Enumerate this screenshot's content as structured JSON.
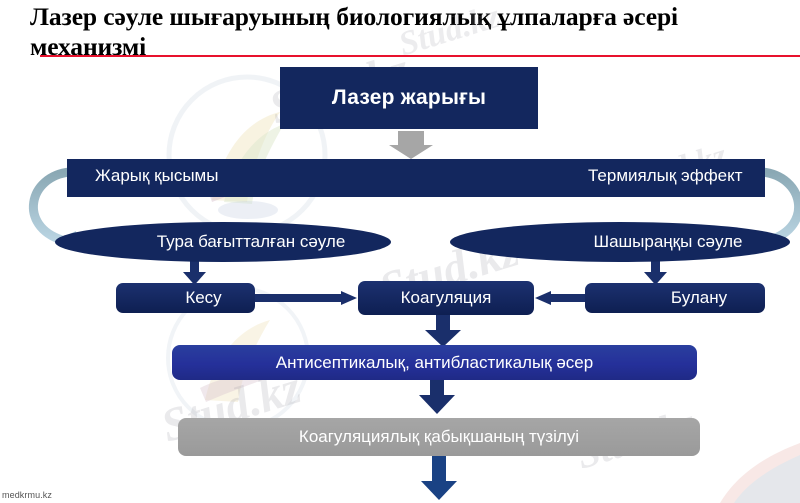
{
  "slide": {
    "title": "Лазер сәуле шығаруының биологиялық ұлпаларға әсері механизмі",
    "footer_url": "medkrmu.kz",
    "accent_rule_color": "#e8112d",
    "navy_color": "#13275e",
    "blue_color": "#252f9a",
    "gray_color": "#a0a0a0",
    "arrow_navy_color": "#1a2f6b",
    "arrow_gray_color": "#a6a6a6",
    "curve_arrow_color": "#9fbecd"
  },
  "watermarks": {
    "a": "Stud.kz",
    "b": "Stud.kz",
    "c": "Stud.kz",
    "d": "– Stud.kz",
    "e": "Stud.kz",
    "f": "Stud.kz"
  },
  "diagram": {
    "type": "flowchart",
    "nodes": {
      "laser": {
        "label": "Лазер жарығы",
        "shape": "rectangle",
        "fill": "#13275e"
      },
      "pressure": {
        "label": "Жарық  қысымы",
        "shape": "bar",
        "fill": "#13275e"
      },
      "thermal": {
        "label": "Термиялық эффект",
        "shape": "bar",
        "fill": "#13275e"
      },
      "direct_beam": {
        "label": "Тура бағытталған сәуле",
        "shape": "ellipse",
        "fill": "#13275e"
      },
      "scattered_beam": {
        "label": "Шашыраңқы сәуле",
        "shape": "ellipse",
        "fill": "#13275e"
      },
      "cut": {
        "label": "Кесу",
        "shape": "rounded-rect",
        "fill": "#13275e"
      },
      "coagulation": {
        "label": "Коагуляция",
        "shape": "rounded-rect",
        "fill": "#13275e"
      },
      "evaporation": {
        "label": "Булану",
        "shape": "rounded-rect",
        "fill": "#13275e"
      },
      "antiseptic": {
        "label": "Антисептикалық, антибластикалық әсер",
        "shape": "rounded-rect",
        "fill": "#252f9a"
      },
      "coag_film": {
        "label": "Коагуляциялық қабықшаның түзілуі",
        "shape": "rounded-rect",
        "fill": "#a0a0a0"
      }
    },
    "edges": [
      {
        "from": "laser",
        "to": "pressure_bar",
        "style": "gray-down-arrow"
      },
      {
        "from": "pressure",
        "to": "direct_beam",
        "style": "curved-left-arrow"
      },
      {
        "from": "thermal",
        "to": "scattered_beam",
        "style": "curved-right-arrow"
      },
      {
        "from": "direct_beam",
        "to": "cut",
        "style": "navy-down-arrow"
      },
      {
        "from": "scattered_beam",
        "to": "evaporation",
        "style": "navy-down-arrow"
      },
      {
        "from": "cut",
        "to": "coagulation",
        "style": "navy-right-arrow"
      },
      {
        "from": "evaporation",
        "to": "coagulation",
        "style": "navy-left-arrow"
      },
      {
        "from": "coagulation",
        "to": "antiseptic",
        "style": "navy-down-arrow"
      },
      {
        "from": "antiseptic",
        "to": "coag_film",
        "style": "navy-down-arrow"
      },
      {
        "from": "coag_film",
        "to": "next",
        "style": "navy-down-arrow"
      }
    ]
  }
}
